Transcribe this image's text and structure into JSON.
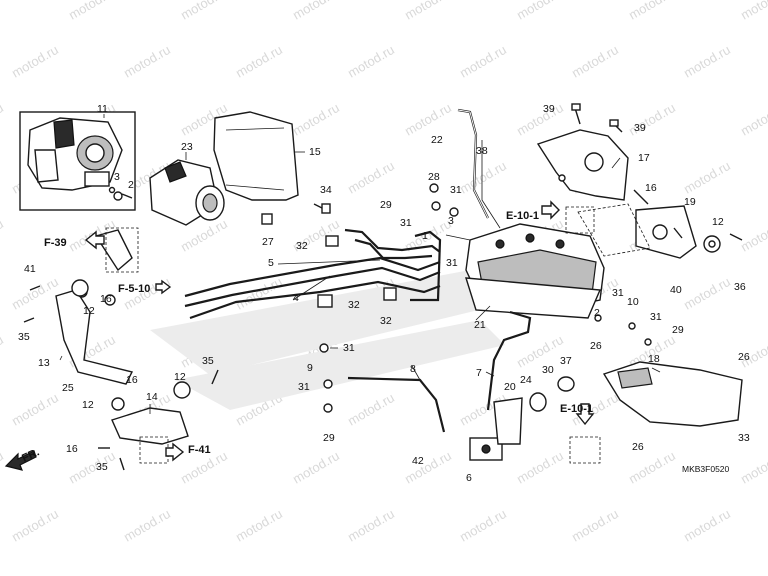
{
  "watermark": {
    "text": "motod.ru"
  },
  "diagram_code": "MKB3F0520",
  "front_marker": "FR.",
  "references": {
    "e10_1_top": "E-10-1",
    "e10_1_bottom": "E-10-1",
    "f39": "F-39",
    "f41": "F-41",
    "f5_10": "F-5-10"
  },
  "callouts": {
    "n1": "1",
    "n2a": "2",
    "n2b": "2",
    "n3a": "3",
    "n3b": "3",
    "n4": "4",
    "n5": "5",
    "n6": "6",
    "n7": "7",
    "n8": "8",
    "n9": "9",
    "n10": "10",
    "n11": "11",
    "n12a": "12",
    "n12b": "12",
    "n12c": "12",
    "n12d": "12",
    "n13": "13",
    "n14": "14",
    "n15": "15",
    "n16a": "16",
    "n16b": "16",
    "n16c": "16",
    "n16d": "16",
    "n17": "17",
    "n18": "18",
    "n19": "19",
    "n20": "20",
    "n21": "21",
    "n22": "22",
    "n23": "23",
    "n24": "24",
    "n25": "25",
    "n26a": "26",
    "n26b": "26",
    "n26c": "26",
    "n27": "27",
    "n28": "28",
    "n29a": "29",
    "n29b": "29",
    "n29c": "29",
    "n30": "30",
    "n31a": "31",
    "n31b": "31",
    "n31c": "31",
    "n31d": "31",
    "n31e": "31",
    "n31f": "31",
    "n31g": "31",
    "n32a": "32",
    "n32b": "32",
    "n32c": "32",
    "n33": "33",
    "n34": "34",
    "n35a": "35",
    "n35b": "35",
    "n35c": "35",
    "n36": "36",
    "n37": "37",
    "n38": "38",
    "n39a": "39",
    "n39b": "39",
    "n40": "40",
    "n41": "41",
    "n42": "42"
  }
}
